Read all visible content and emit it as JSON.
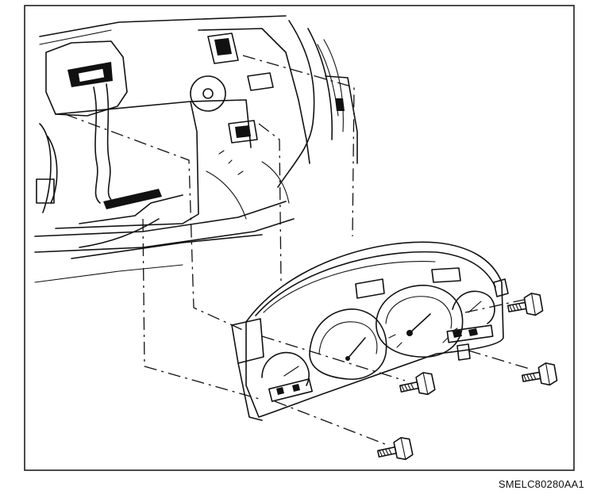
{
  "figure": {
    "reference_code": "SMELC80280AA1",
    "components": [
      {
        "name": "instrument-panel-carrier",
        "icon": "dashboard-frame-icon"
      },
      {
        "name": "instrument-cluster",
        "icon": "gauge-cluster-icon"
      },
      {
        "name": "cluster-bolt",
        "count": 4,
        "icon": "bolt-icon"
      }
    ]
  },
  "style": {
    "line_color": "#111111",
    "background": "#ffffff"
  }
}
